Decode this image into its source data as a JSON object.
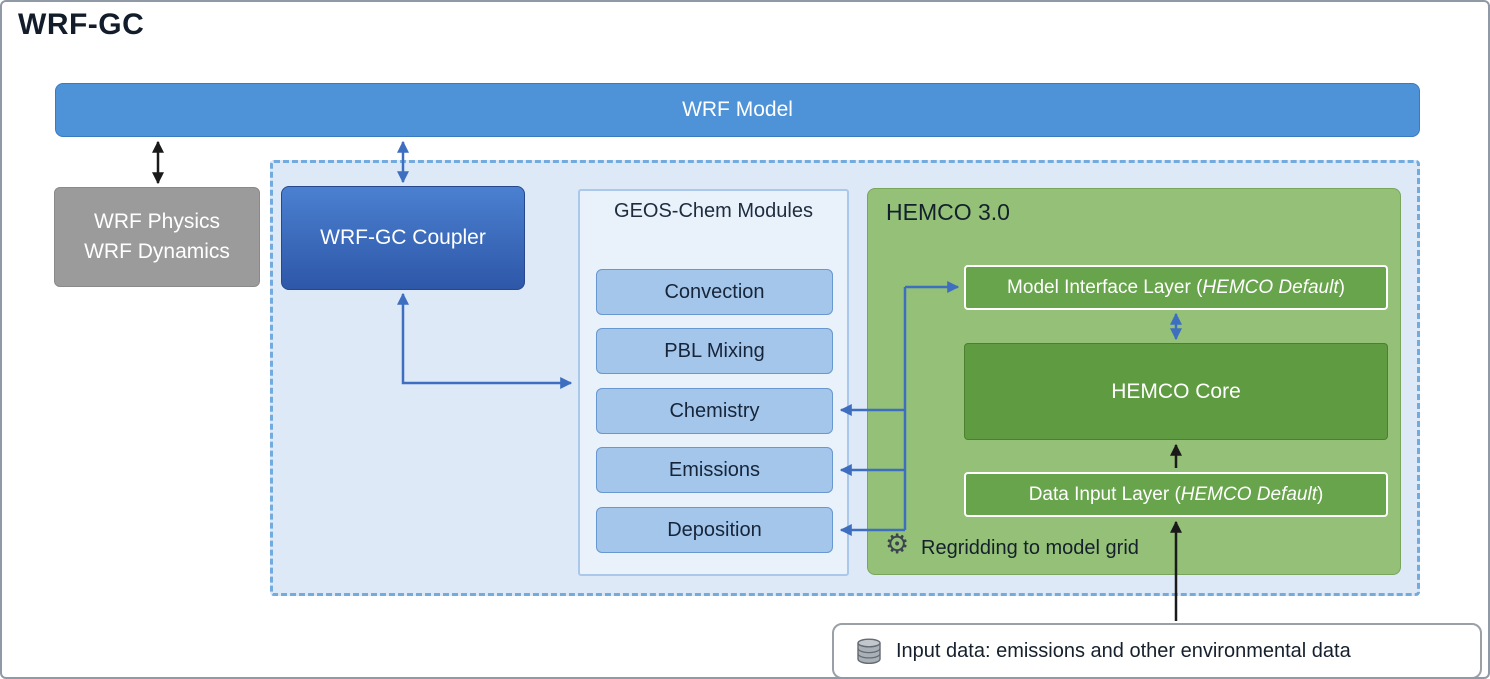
{
  "title": "WRF-GC",
  "wrf_model": {
    "label": "WRF Model"
  },
  "wrf_physics": {
    "line1": "WRF Physics",
    "line2": "WRF Dynamics"
  },
  "coupler": {
    "label": "WRF-GC Coupler"
  },
  "geos_chem": {
    "title": "GEOS-Chem Modules",
    "modules": [
      "Convection",
      "PBL Mixing",
      "Chemistry",
      "Emissions",
      "Deposition"
    ]
  },
  "hemco": {
    "title": "HEMCO 3.0",
    "interface_prefix": "Model Interface Layer (",
    "interface_italic": "HEMCO Default",
    "interface_suffix": ")",
    "core": "HEMCO Core",
    "data_prefix": "Data Input Layer (",
    "data_italic": "HEMCO Default",
    "data_suffix": ")",
    "regridding": "Regridding to model grid"
  },
  "input_data": {
    "label": "Input data: emissions and other environmental data"
  },
  "icons": {
    "gear": "⚙"
  },
  "colors": {
    "wrf_model_blue": "#4e92d8",
    "coupler_blue": "#2e57a8",
    "module_blue": "#a4c6ea",
    "dashed_panel_blue": "#dde9f7",
    "hemco_green": "#94c077",
    "hemco_layer_green": "#68a44c",
    "hemco_core_green": "#5f9b40",
    "gray_box": "#9b9b9b",
    "arrow_blue": "#3e6ec0",
    "arrow_black": "#1a1a1a"
  }
}
